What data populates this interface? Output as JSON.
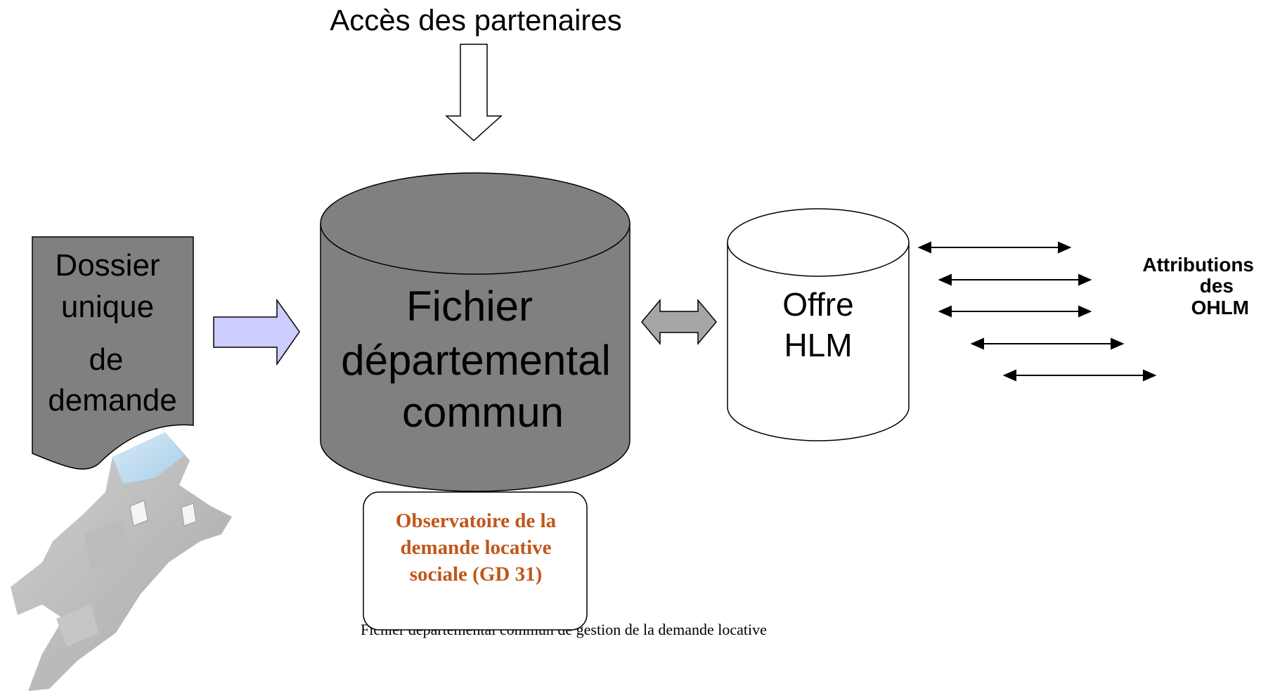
{
  "header": {
    "partners_label": "Accès des partenaires"
  },
  "dossier": {
    "line1": "Dossier",
    "line2": "unique",
    "line3": "de",
    "line4": "demande"
  },
  "fichier": {
    "line1": "Fichier",
    "line2": "départemental",
    "line3": "commun"
  },
  "offre": {
    "line1": "Offre",
    "line2": "HLM"
  },
  "attributions": {
    "line1": "Attributions",
    "line2": "des",
    "line3": "OHLM"
  },
  "observatoire": {
    "line1": "Observatoire de la",
    "line2": "demande locative",
    "line3": "sociale (GD 31)"
  },
  "caption": "Fichier départemental commun de gestion de la demande locative",
  "colors": {
    "cylinder_dark": "#808080",
    "arrow_lavender": "#ccccff",
    "arrow_gray": "#a6a6a6",
    "observatoire_text": "#c0561a"
  }
}
